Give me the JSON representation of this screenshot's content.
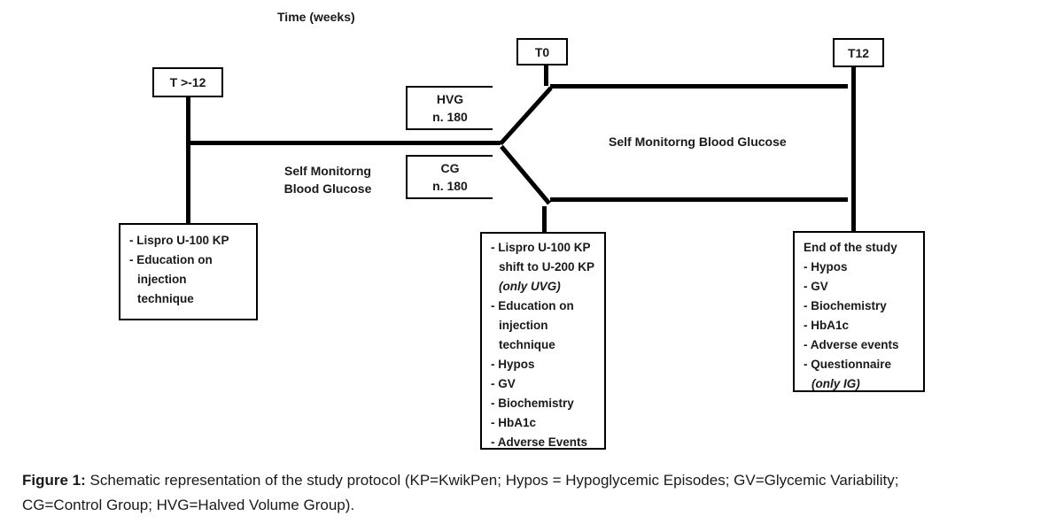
{
  "time_axis_label": "Time (weeks)",
  "timepoints": {
    "baseline": "T >-12",
    "t0": "T0",
    "t12": "T12"
  },
  "groups": {
    "hvg": {
      "name": "HVG",
      "n": "n. 180"
    },
    "cg": {
      "name": "CG",
      "n": "n. 180"
    }
  },
  "smbg": {
    "left_line1": "Self Monitorng",
    "left_line2": "Blood Glucose",
    "right": "Self Monitorng Blood Glucose"
  },
  "baseline_box": {
    "lines": [
      "- Lispro U-100 KP",
      "- Education on",
      "injection",
      "technique"
    ]
  },
  "t0_box": {
    "lines": [
      "- Lispro U-100 KP",
      "shift to U-200 KP",
      "(only UVG)",
      "- Education on",
      "injection",
      "technique",
      "- Hypos",
      "- GV",
      "- Biochemistry",
      "- HbA1c",
      "- Adverse Events"
    ]
  },
  "t12_box": {
    "lines": [
      "End of the study",
      "- Hypos",
      "- GV",
      "- Biochemistry",
      "- HbA1c",
      "- Adverse events",
      "- Questionnaire",
      "(only IG)"
    ]
  },
  "caption": {
    "label": "Figure 1:",
    "line1": "Schematic representation of the study protocol (KP=KwikPen; Hypos = Hypoglycemic Episodes; GV=Glycemic Variability;",
    "line2": "CG=Control Group; HVG=Halved Volume Group)."
  },
  "colors": {
    "line": "#000000",
    "text": "#1a1a1a",
    "background": "#ffffff"
  }
}
